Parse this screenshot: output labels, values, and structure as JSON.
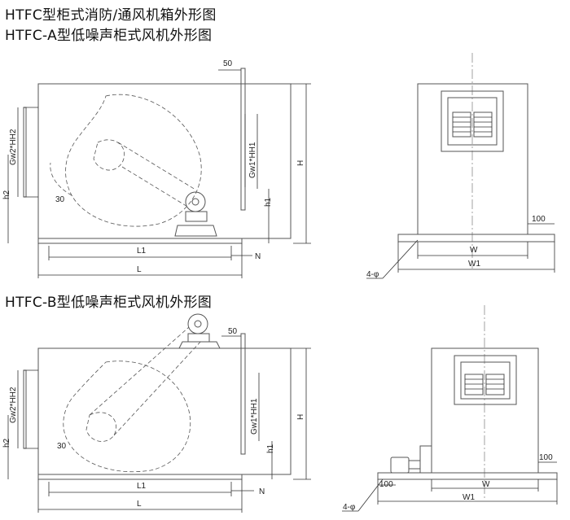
{
  "titles": {
    "line1": "HTFC型柜式消防/通风机箱外形图",
    "line2": "HTFC-A型低噪声柜式风机外形图",
    "line3": "HTFC-B型低噪声柜式风机外形图"
  },
  "dims": {
    "d50": "50",
    "H": "H",
    "h1": "h1",
    "h2": "h2",
    "gw1": "Gw1*HH1",
    "gw2": "Gw2*HH2",
    "L1": "L1",
    "L": "L",
    "N": "N",
    "W": "W",
    "W1": "W1",
    "d100": "100",
    "holes": "4-φ",
    "d30": "30"
  }
}
